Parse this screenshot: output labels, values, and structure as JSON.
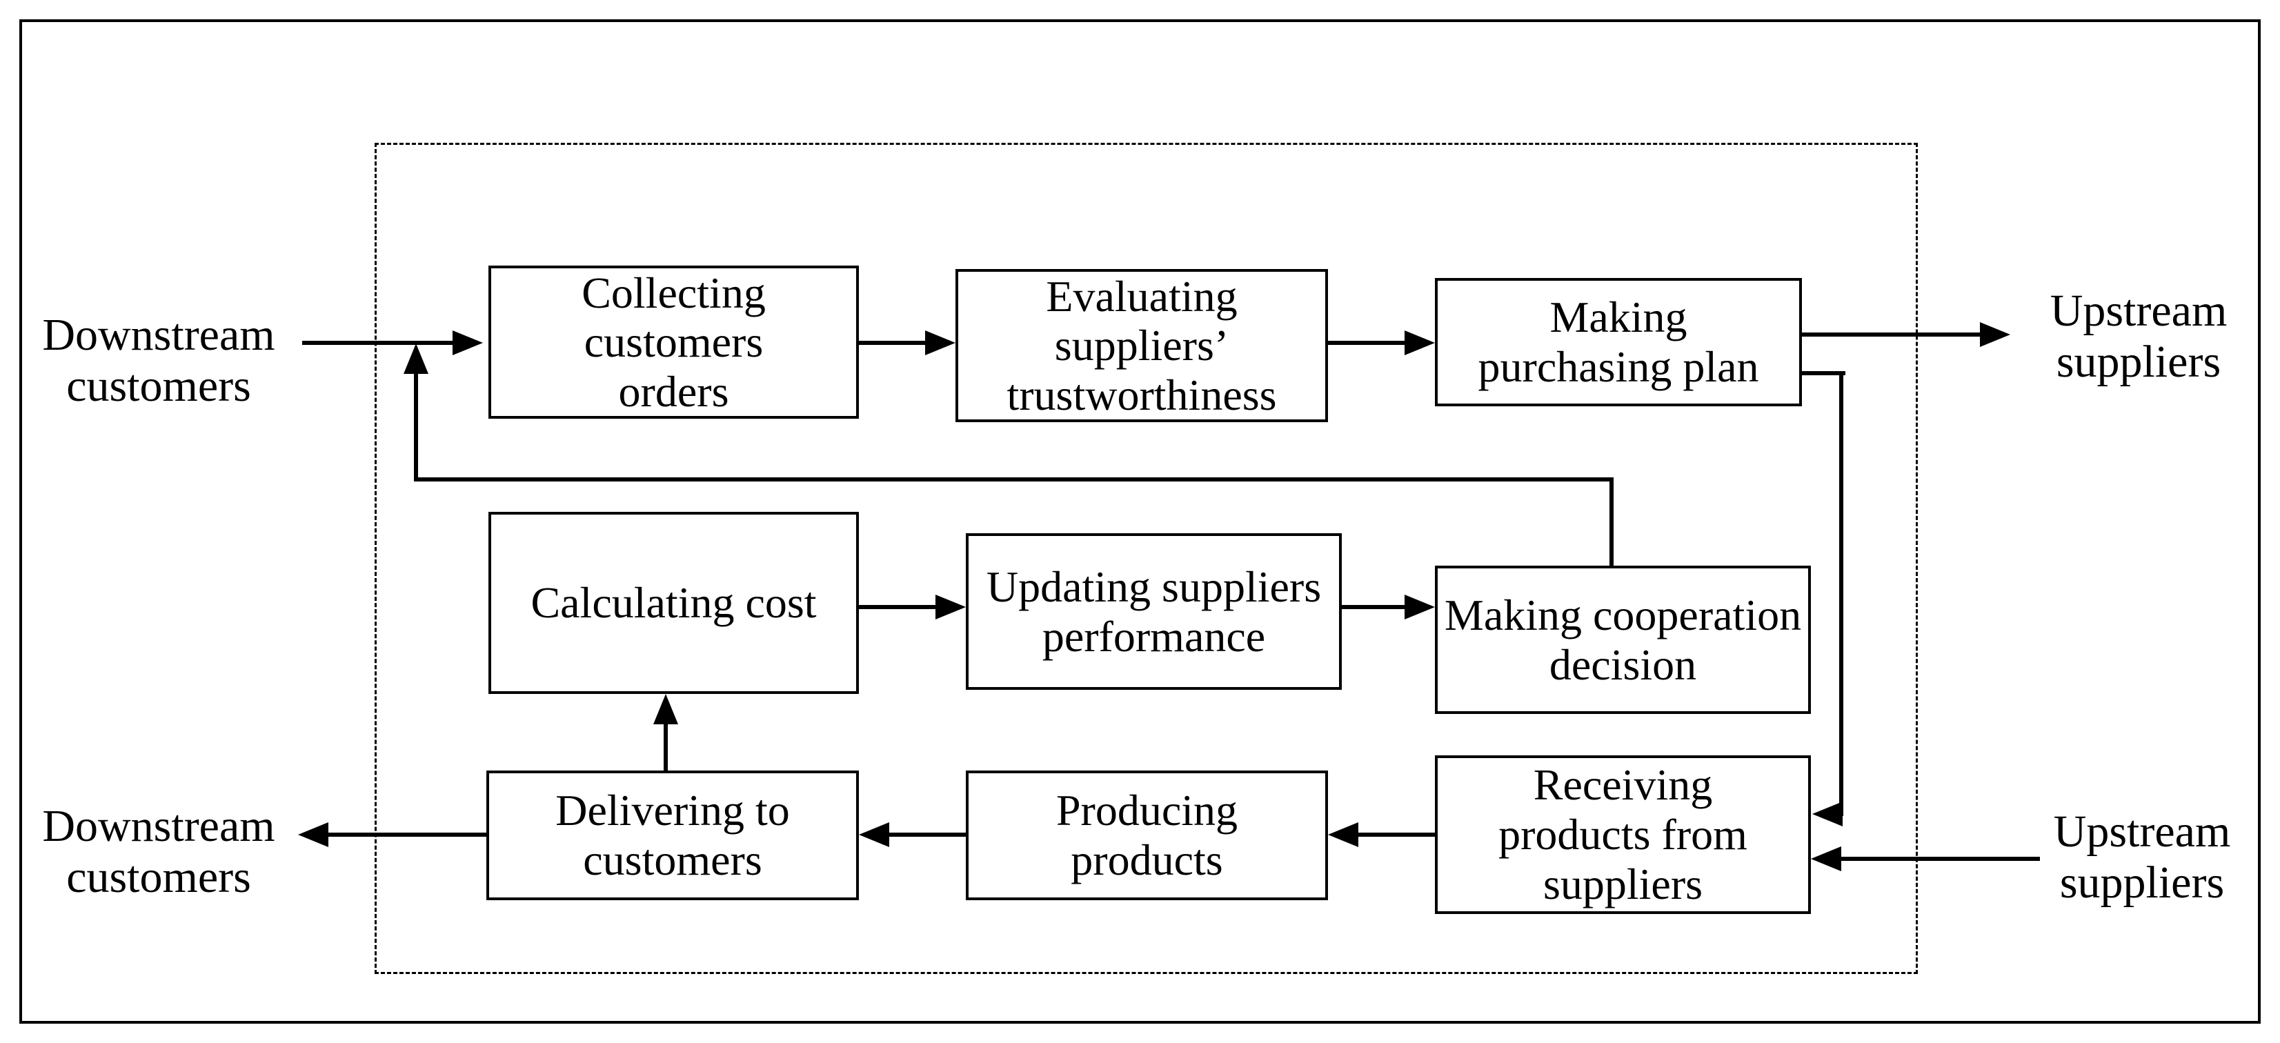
{
  "colors": {
    "ink": "#000000",
    "background": "#ffffff"
  },
  "boxes": {
    "collecting": "Collecting customers orders",
    "evaluating": "Evaluating suppliers’ trustworthiness",
    "purchasing": "Making purchasing plan",
    "calculating": "Calculating cost",
    "updating": "Updating suppliers performance",
    "cooperation": "Making cooperation decision",
    "delivering": "Delivering to customers",
    "producing": "Producing products",
    "receiving": "Receiving products from suppliers"
  },
  "external_labels": {
    "downstream_top": "Downstream customers",
    "upstream_top": "Upstream suppliers",
    "downstream_bottom": "Downstream customers",
    "upstream_bottom": "Upstream suppliers"
  },
  "flows": [
    {
      "from": "Downstream customers",
      "to": "Collecting customers orders"
    },
    {
      "from": "Collecting customers orders",
      "to": "Evaluating suppliers’ trustworthiness"
    },
    {
      "from": "Evaluating suppliers’ trustworthiness",
      "to": "Making purchasing plan"
    },
    {
      "from": "Making purchasing plan",
      "to": "Upstream suppliers"
    },
    {
      "from": "Making purchasing plan",
      "to": "Receiving products from suppliers"
    },
    {
      "from": "Making cooperation decision",
      "to": "Collecting customers orders"
    },
    {
      "from": "Calculating cost",
      "to": "Updating suppliers performance"
    },
    {
      "from": "Updating suppliers performance",
      "to": "Making cooperation decision"
    },
    {
      "from": "Delivering to customers",
      "to": "Calculating cost"
    },
    {
      "from": "Producing products",
      "to": "Delivering to customers"
    },
    {
      "from": "Receiving products from suppliers",
      "to": "Producing products"
    },
    {
      "from": "Delivering to customers",
      "to": "Downstream customers"
    },
    {
      "from": "Upstream suppliers",
      "to": "Receiving products from suppliers"
    }
  ]
}
